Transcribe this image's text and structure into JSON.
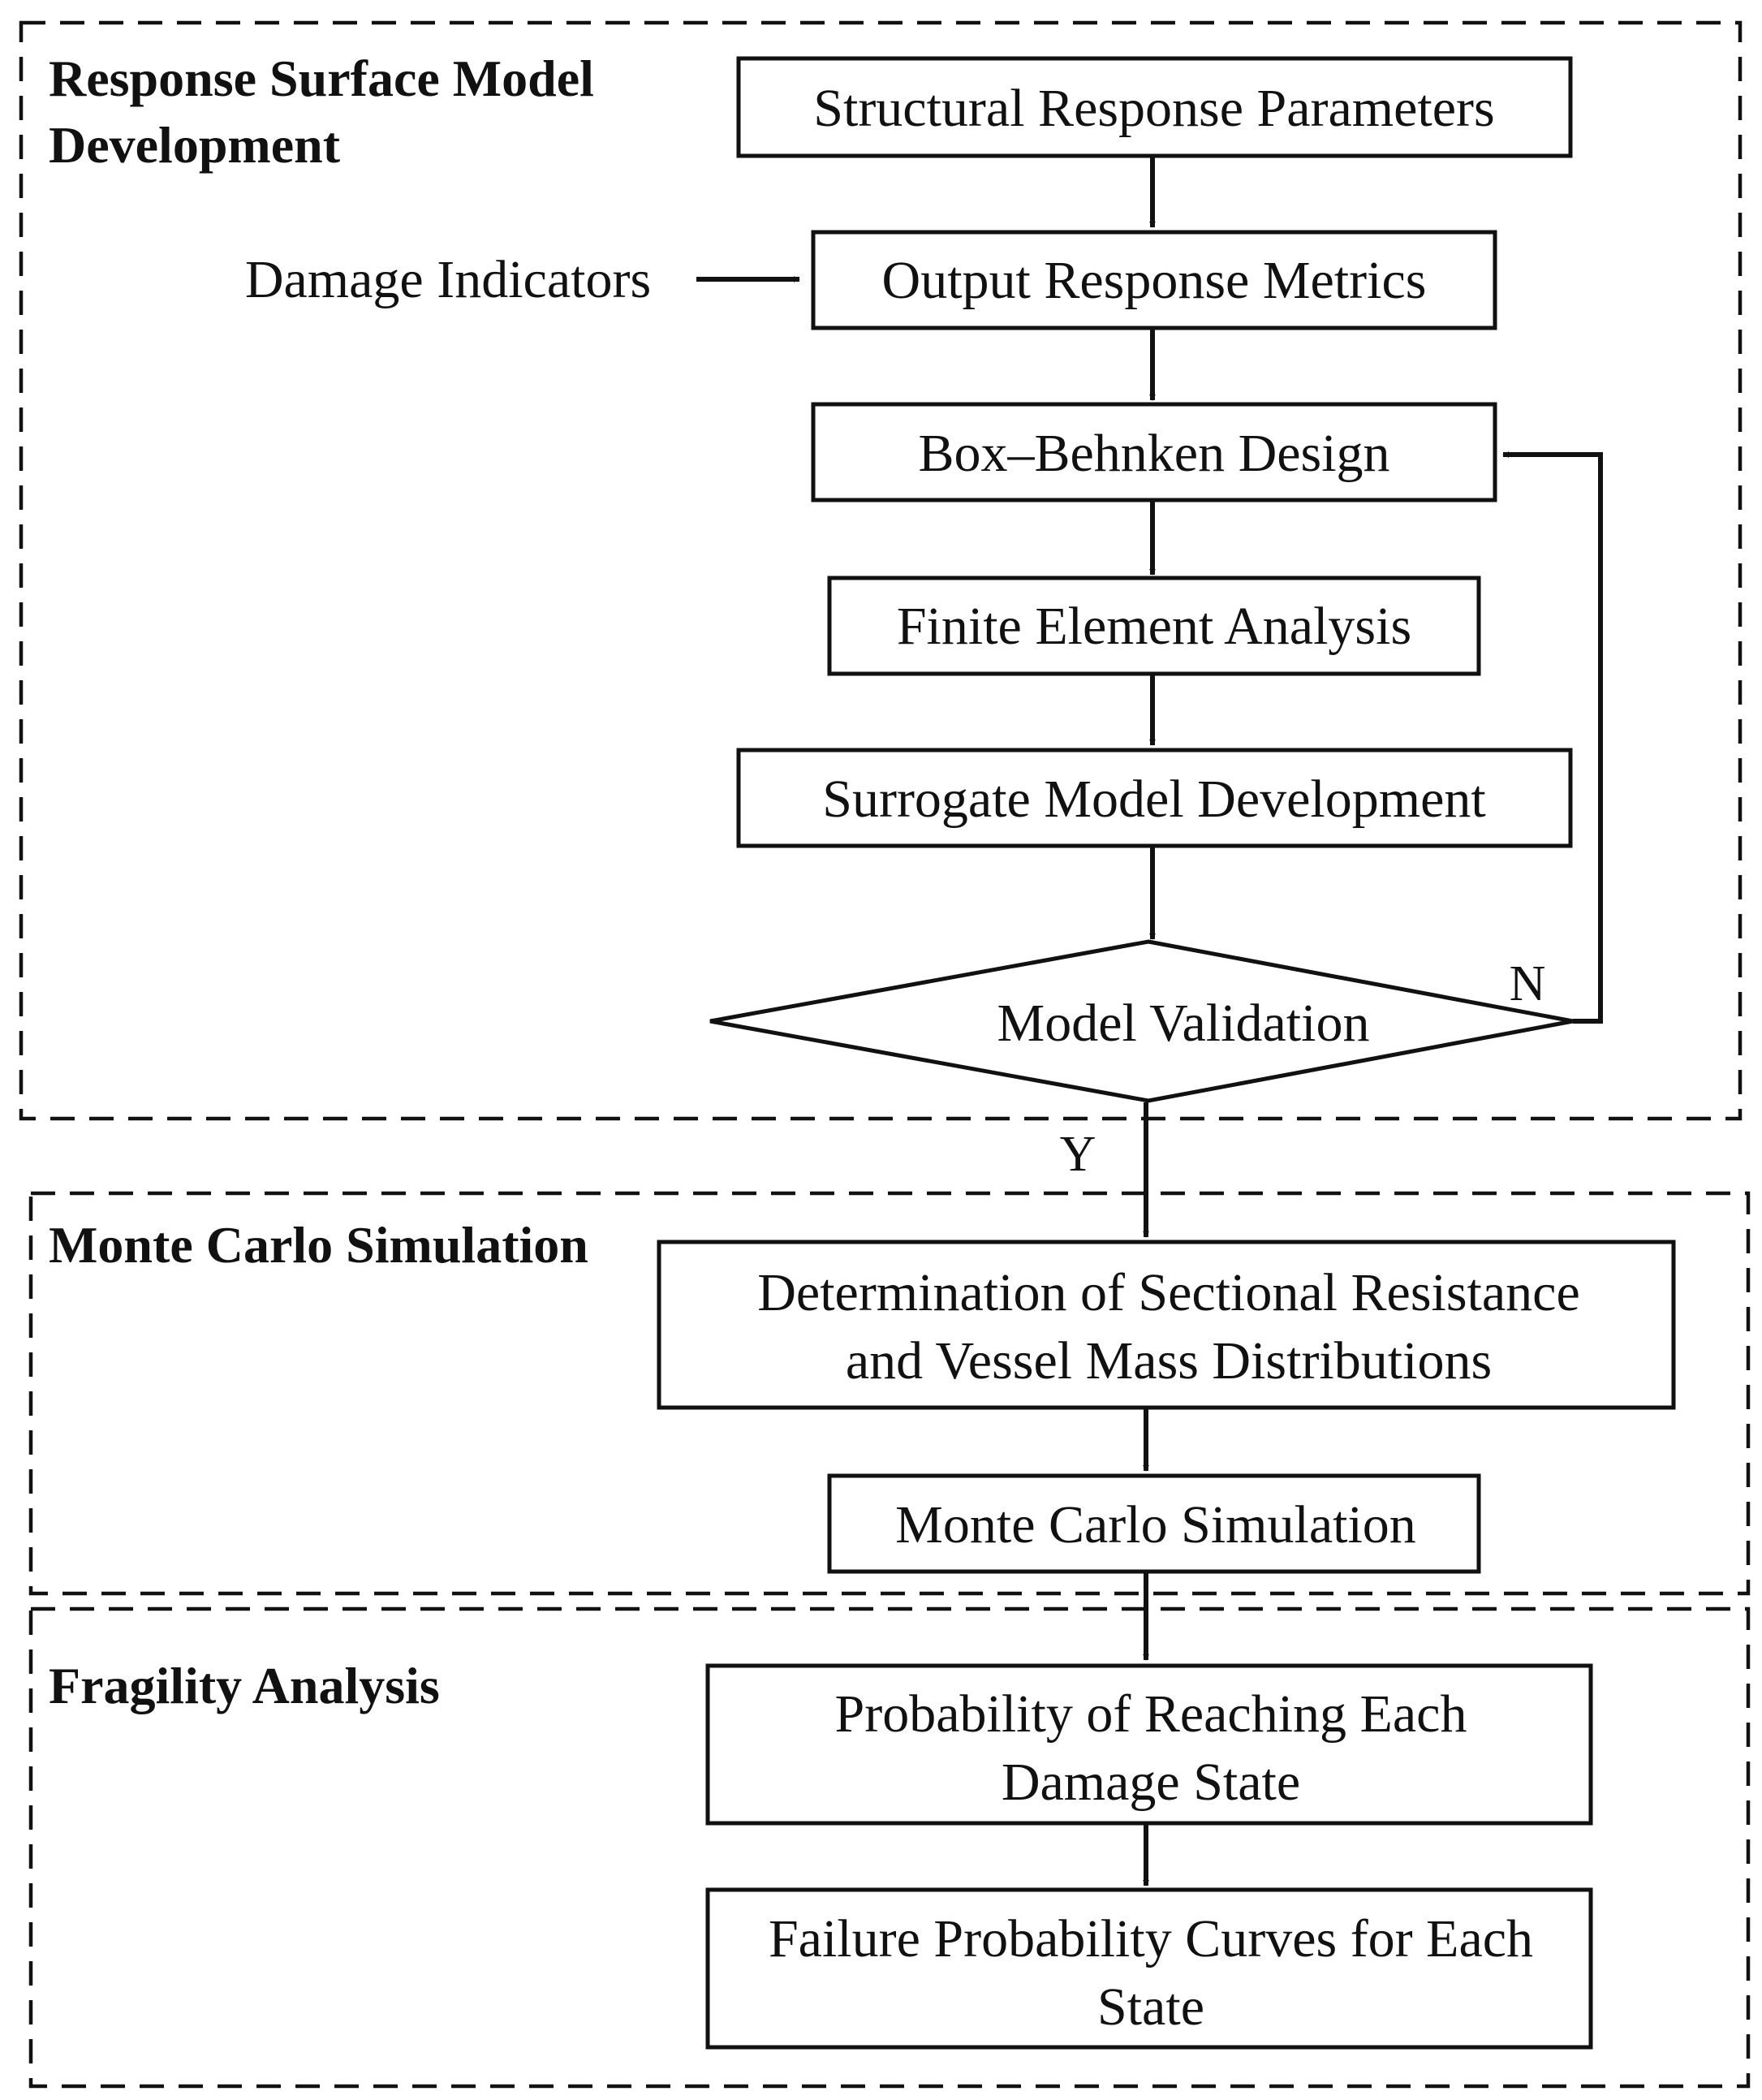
{
  "sections": {
    "rsm": {
      "title_line1": "Response Surface Model",
      "title_line2": "Development"
    },
    "mcs": {
      "title": "Monte Carlo Simulation"
    },
    "fragility": {
      "title": "Fragility Analysis"
    }
  },
  "nodes": {
    "structural_params": "Structural Response Parameters",
    "damage_indicators": "Damage Indicators",
    "output_metrics": "Output Response Metrics",
    "box_behnken": "Box–Behnken Design",
    "fea": "Finite Element Analysis",
    "surrogate": "Surrogate Model Development",
    "validation": "Model Validation",
    "determination_line1": "Determination of Sectional Resistance",
    "determination_line2": "and Vessel Mass Distributions",
    "monte_carlo": "Monte Carlo Simulation",
    "probability_line1": "Probability of Reaching Each",
    "probability_line2": "Damage State",
    "failure_line1": "Failure Probability Curves for Each",
    "failure_line2": "State"
  },
  "branches": {
    "no": "N",
    "yes": "Y"
  }
}
